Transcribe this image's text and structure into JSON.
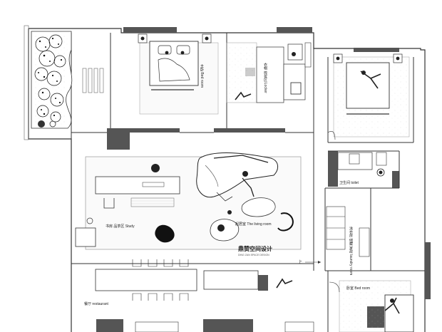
{
  "labels": {
    "master_bedroom": "主卧 Bed room",
    "cloakroom": "衣帽 梳妆区 Locker",
    "study": "书房 品茶区 Study",
    "living_room": "起居室 The living room",
    "toilet": "卫生间 toilet",
    "laundry": "洗衣房 储藏 家政 laundry room",
    "up_arrow": "上",
    "restaurant": "餐厅  restaurant",
    "bedroom": "卧室 Bed room"
  },
  "brand": {
    "name": "鼎赞空间设计",
    "subtitle": "DING ZAN SPACE DESIGN"
  },
  "colors": {
    "wall": "#555555",
    "line": "#333333",
    "fill_light": "#f2f2f2"
  }
}
